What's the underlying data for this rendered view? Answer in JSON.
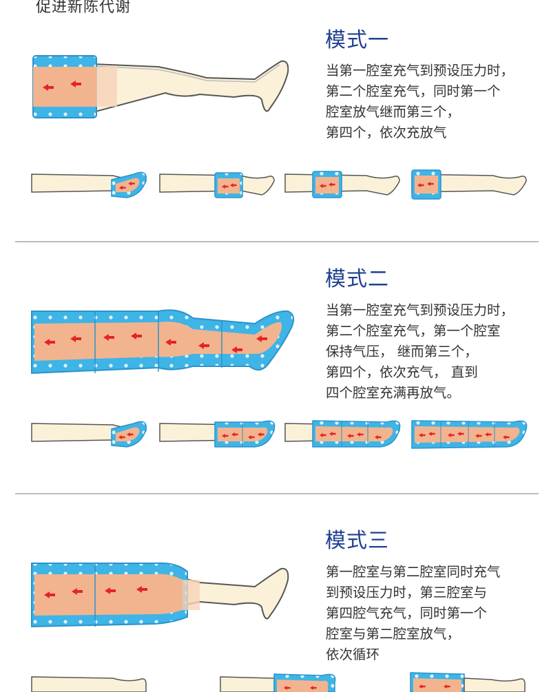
{
  "header": {
    "top_text": "促进新陈代谢"
  },
  "modes": [
    {
      "title": "模式一",
      "desc_lines": [
        "当第一腔室充气到预设压力时，",
        "第二个腔室充气，同时第一个",
        "腔室放气继而第三个，",
        "第四个，依次充放气"
      ]
    },
    {
      "title": "模式二",
      "desc_lines": [
        "当第一腔室充气到预设压力时，",
        "第二个腔室充气，第一个腔室",
        "保持气压， 继而第三个，",
        "第四个，依次充气， 直到",
        "四个腔室充满再放气。"
      ]
    },
    {
      "title": "模式三",
      "desc_lines": [
        "第一腔室与第二腔室同时充气",
        "到预设压力时，第三腔室与",
        "第四腔气充气，同时第一个",
        "腔室与第二腔室放气，",
        "依次循环"
      ]
    }
  ],
  "colors": {
    "title": "#1f3f8f",
    "cuff": "#3fb4e6",
    "cuff_dark": "#2a93c8",
    "chamber": "#f2b48f",
    "arrow": "#e52421",
    "leg": "#fbf1d9",
    "outline": "#555555",
    "divider": "#bdbdbd"
  }
}
